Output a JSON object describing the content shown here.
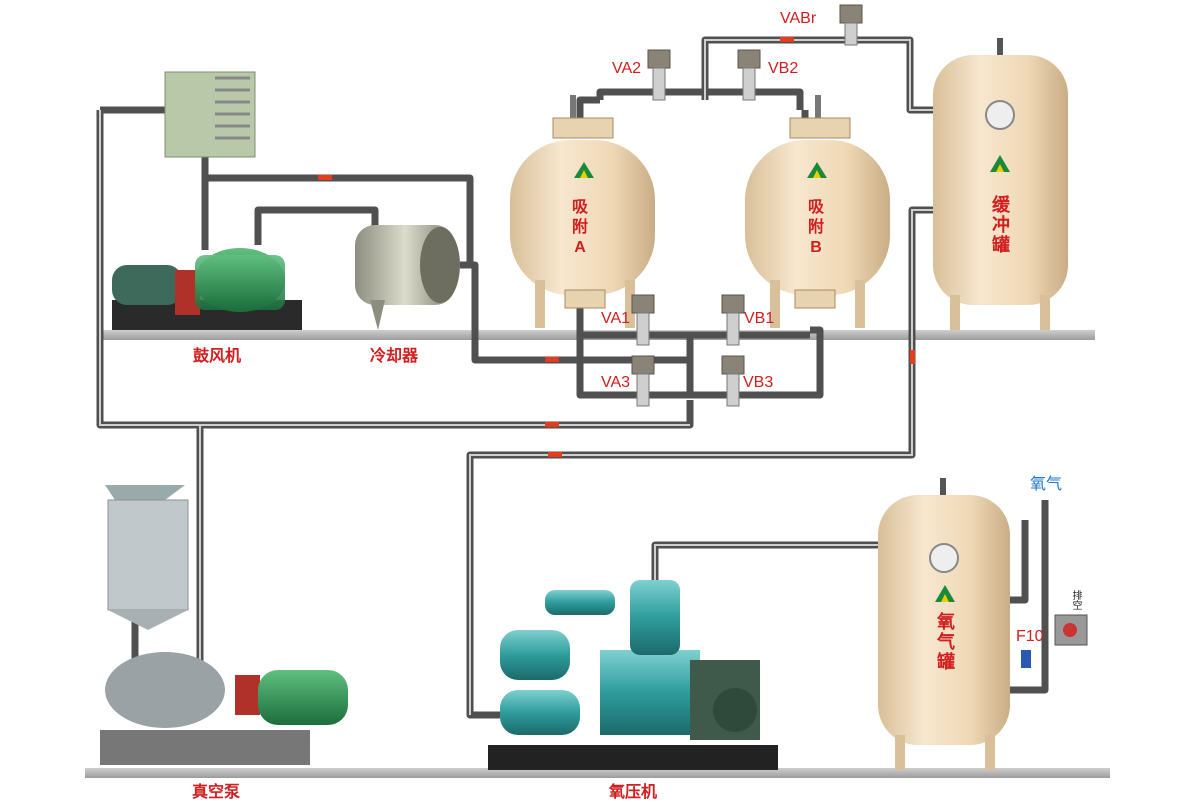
{
  "equipment": {
    "blower": "鼓风机",
    "cooler": "冷却器",
    "vacuum_pump": "真空泵",
    "oxygen_compressor": "氧压机"
  },
  "tanks": {
    "adsorber_a": [
      "吸",
      "附",
      "A"
    ],
    "adsorber_b": [
      "吸",
      "附",
      "B"
    ],
    "buffer_tank": "缓冲罐",
    "oxygen_tank": "氧气罐"
  },
  "valves": {
    "vabr": "VABr",
    "va2": "VA2",
    "vb2": "VB2",
    "va1": "VA1",
    "vb1": "VB1",
    "va3": "VA3",
    "vb3": "VB3",
    "f10": "F10"
  },
  "outlet": {
    "oxygen": "氧气",
    "vent": "排空"
  },
  "colors": {
    "pipe": "#5a5a5a",
    "tank_body": "#f2dcbc",
    "machine_teal": "#3aa8a8",
    "machine_green": "#2e8b57",
    "label_red": "#d21e1e",
    "label_blue": "#1e78d2",
    "flow_arrow": "#e63c1e"
  }
}
